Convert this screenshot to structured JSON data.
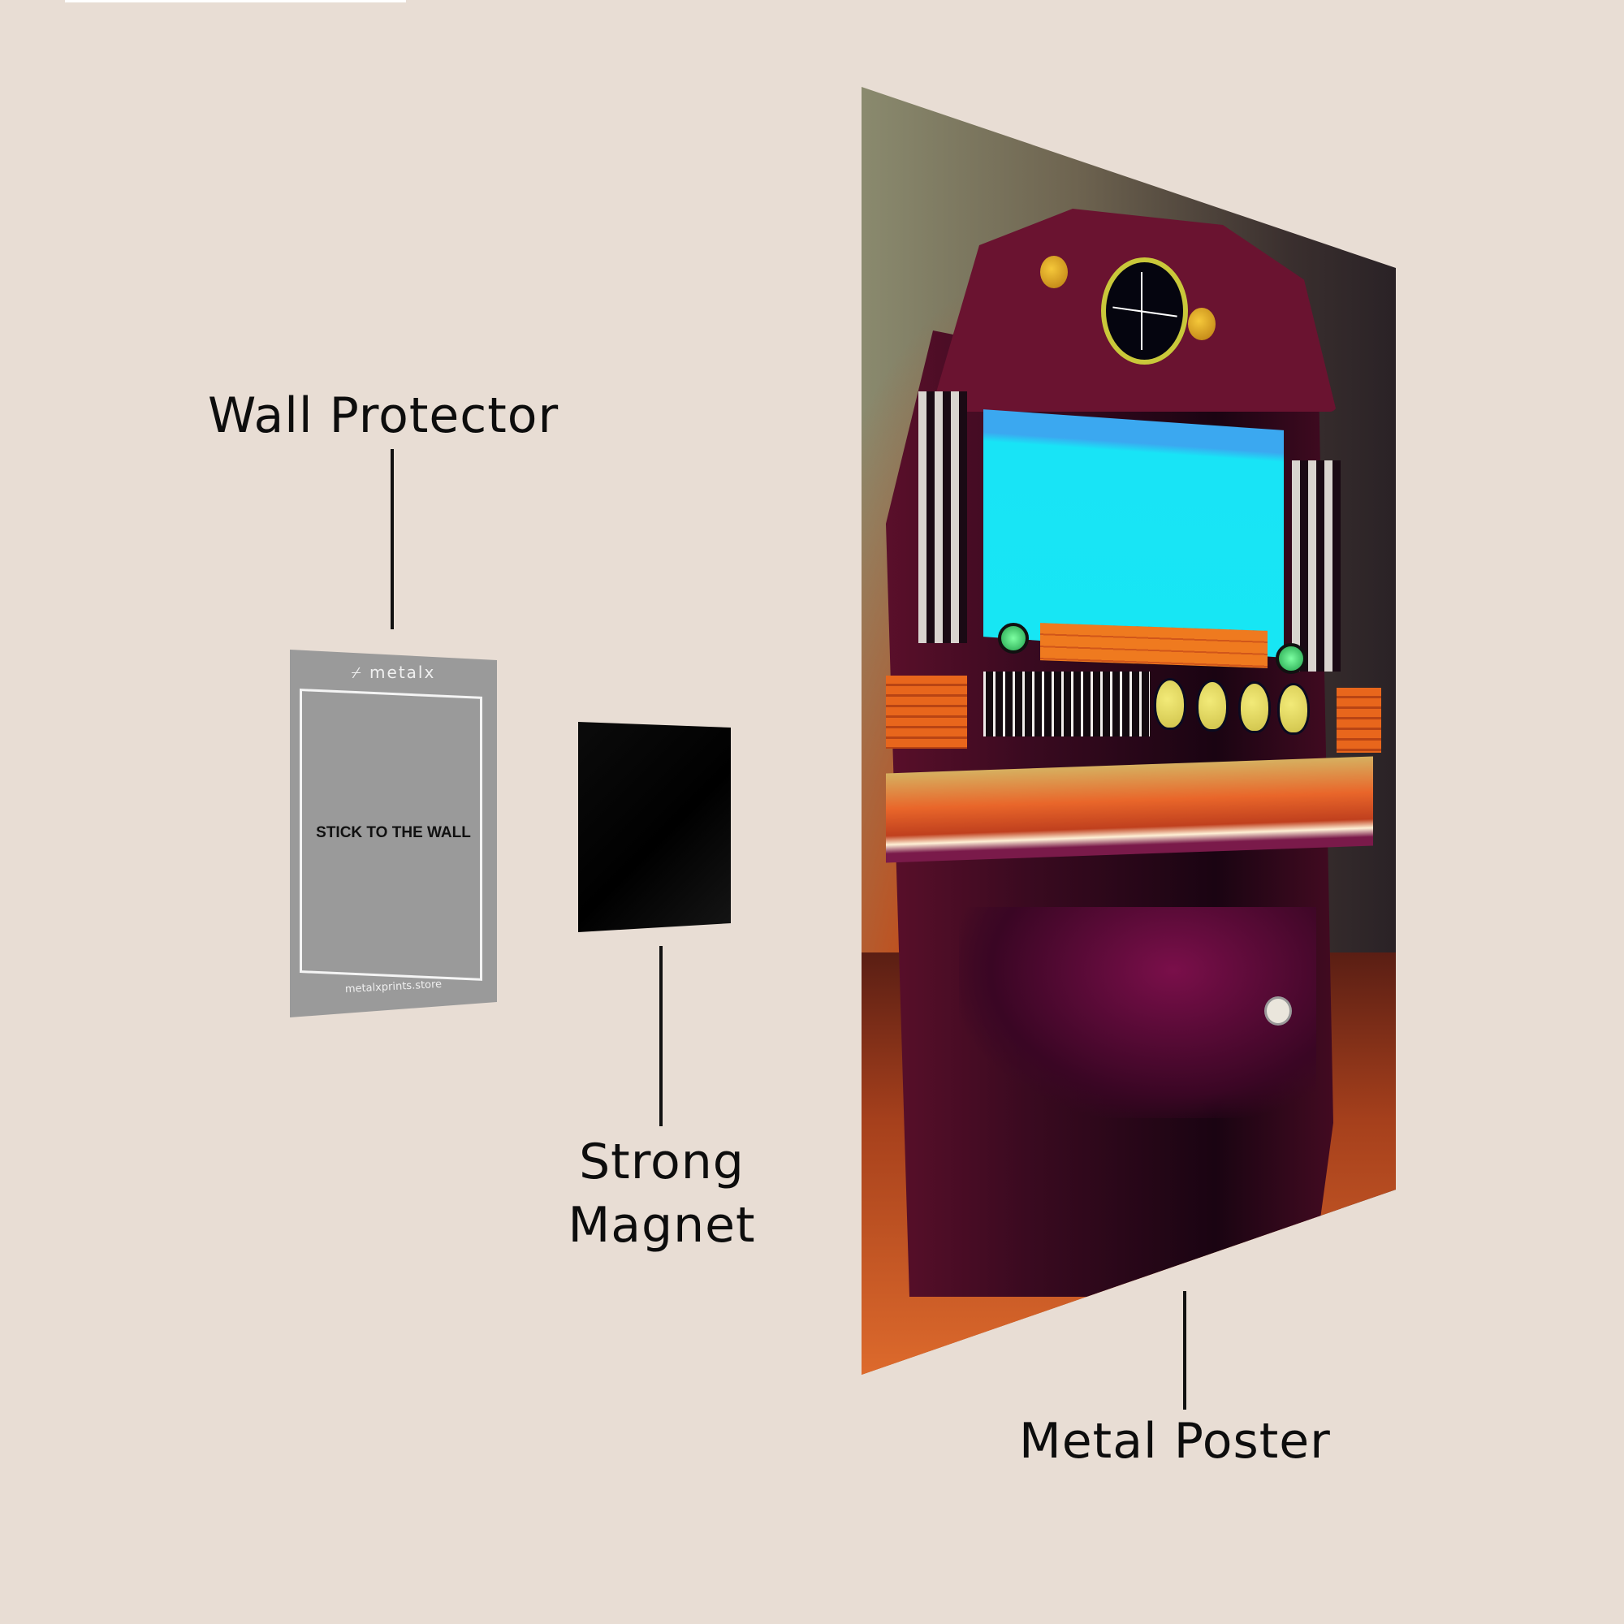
{
  "labels": {
    "wall_protector": "Wall Protector",
    "strong_magnet_line1": "Strong",
    "strong_magnet_line2": "Magnet",
    "metal_poster": "Metal Poster"
  },
  "protector_card": {
    "brand": "⌿ metalx",
    "instruction": "STICK TO THE WALL",
    "url": "metalxprints.store"
  },
  "colors": {
    "background": "#e8ddd4",
    "protector_gray": "#9a9a9a",
    "magnet_black": "#000000",
    "screen_cyan": "#17e6f4",
    "cabinet_maroon": "#6a1330",
    "text": "#0d0d0d"
  }
}
